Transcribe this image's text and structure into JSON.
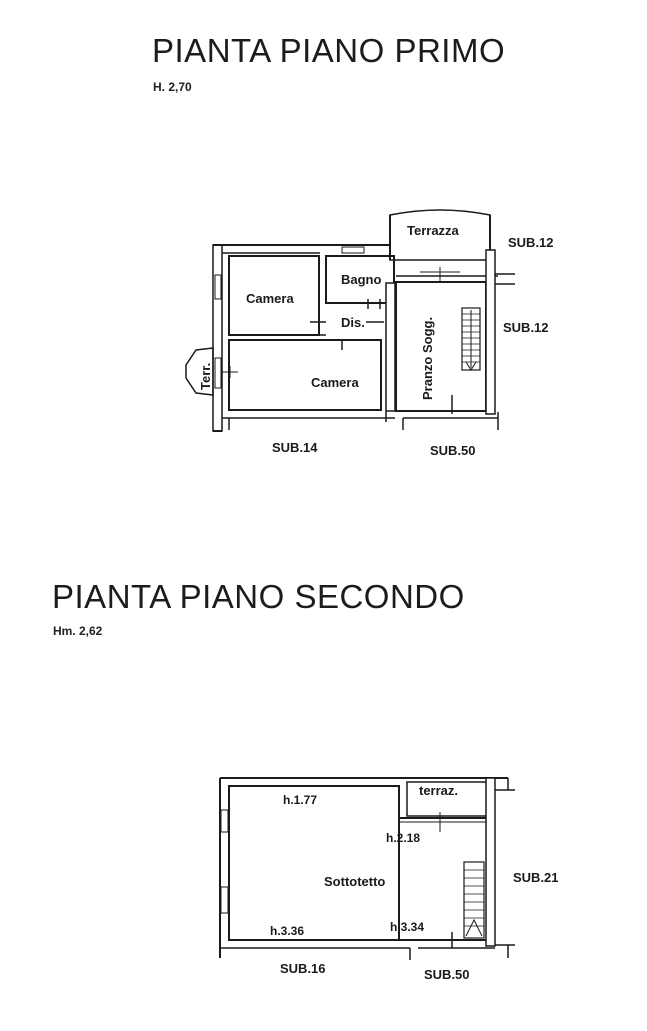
{
  "first_floor": {
    "title": "PIANTA PIANO PRIMO",
    "height_note": "H. 2,70",
    "rooms": {
      "terrace_top": "Terrazza",
      "bedroom_1": "Camera",
      "bathroom": "Bagno",
      "hallway": "Dis.",
      "bedroom_2": "Camera",
      "terrace_side": "Terr.",
      "living": "Pranzo Sogg."
    },
    "neighbours": {
      "east_top": "SUB.12",
      "east_mid": "SUB.12",
      "south_west": "SUB.14",
      "south_east": "SUB.50"
    }
  },
  "second_floor": {
    "title": "PIANTA PIANO SECONDO",
    "height_note": "Hm. 2,62",
    "rooms": {
      "attic": "Sottotetto",
      "terrace": "terraz."
    },
    "heights": {
      "h1": "h.1.77",
      "h2": "h.2.18",
      "h3": "h.3.36",
      "h4": "h.3.34"
    },
    "neighbours": {
      "east": "SUB.21",
      "south_west": "SUB.16",
      "south_east": "SUB.50"
    }
  }
}
